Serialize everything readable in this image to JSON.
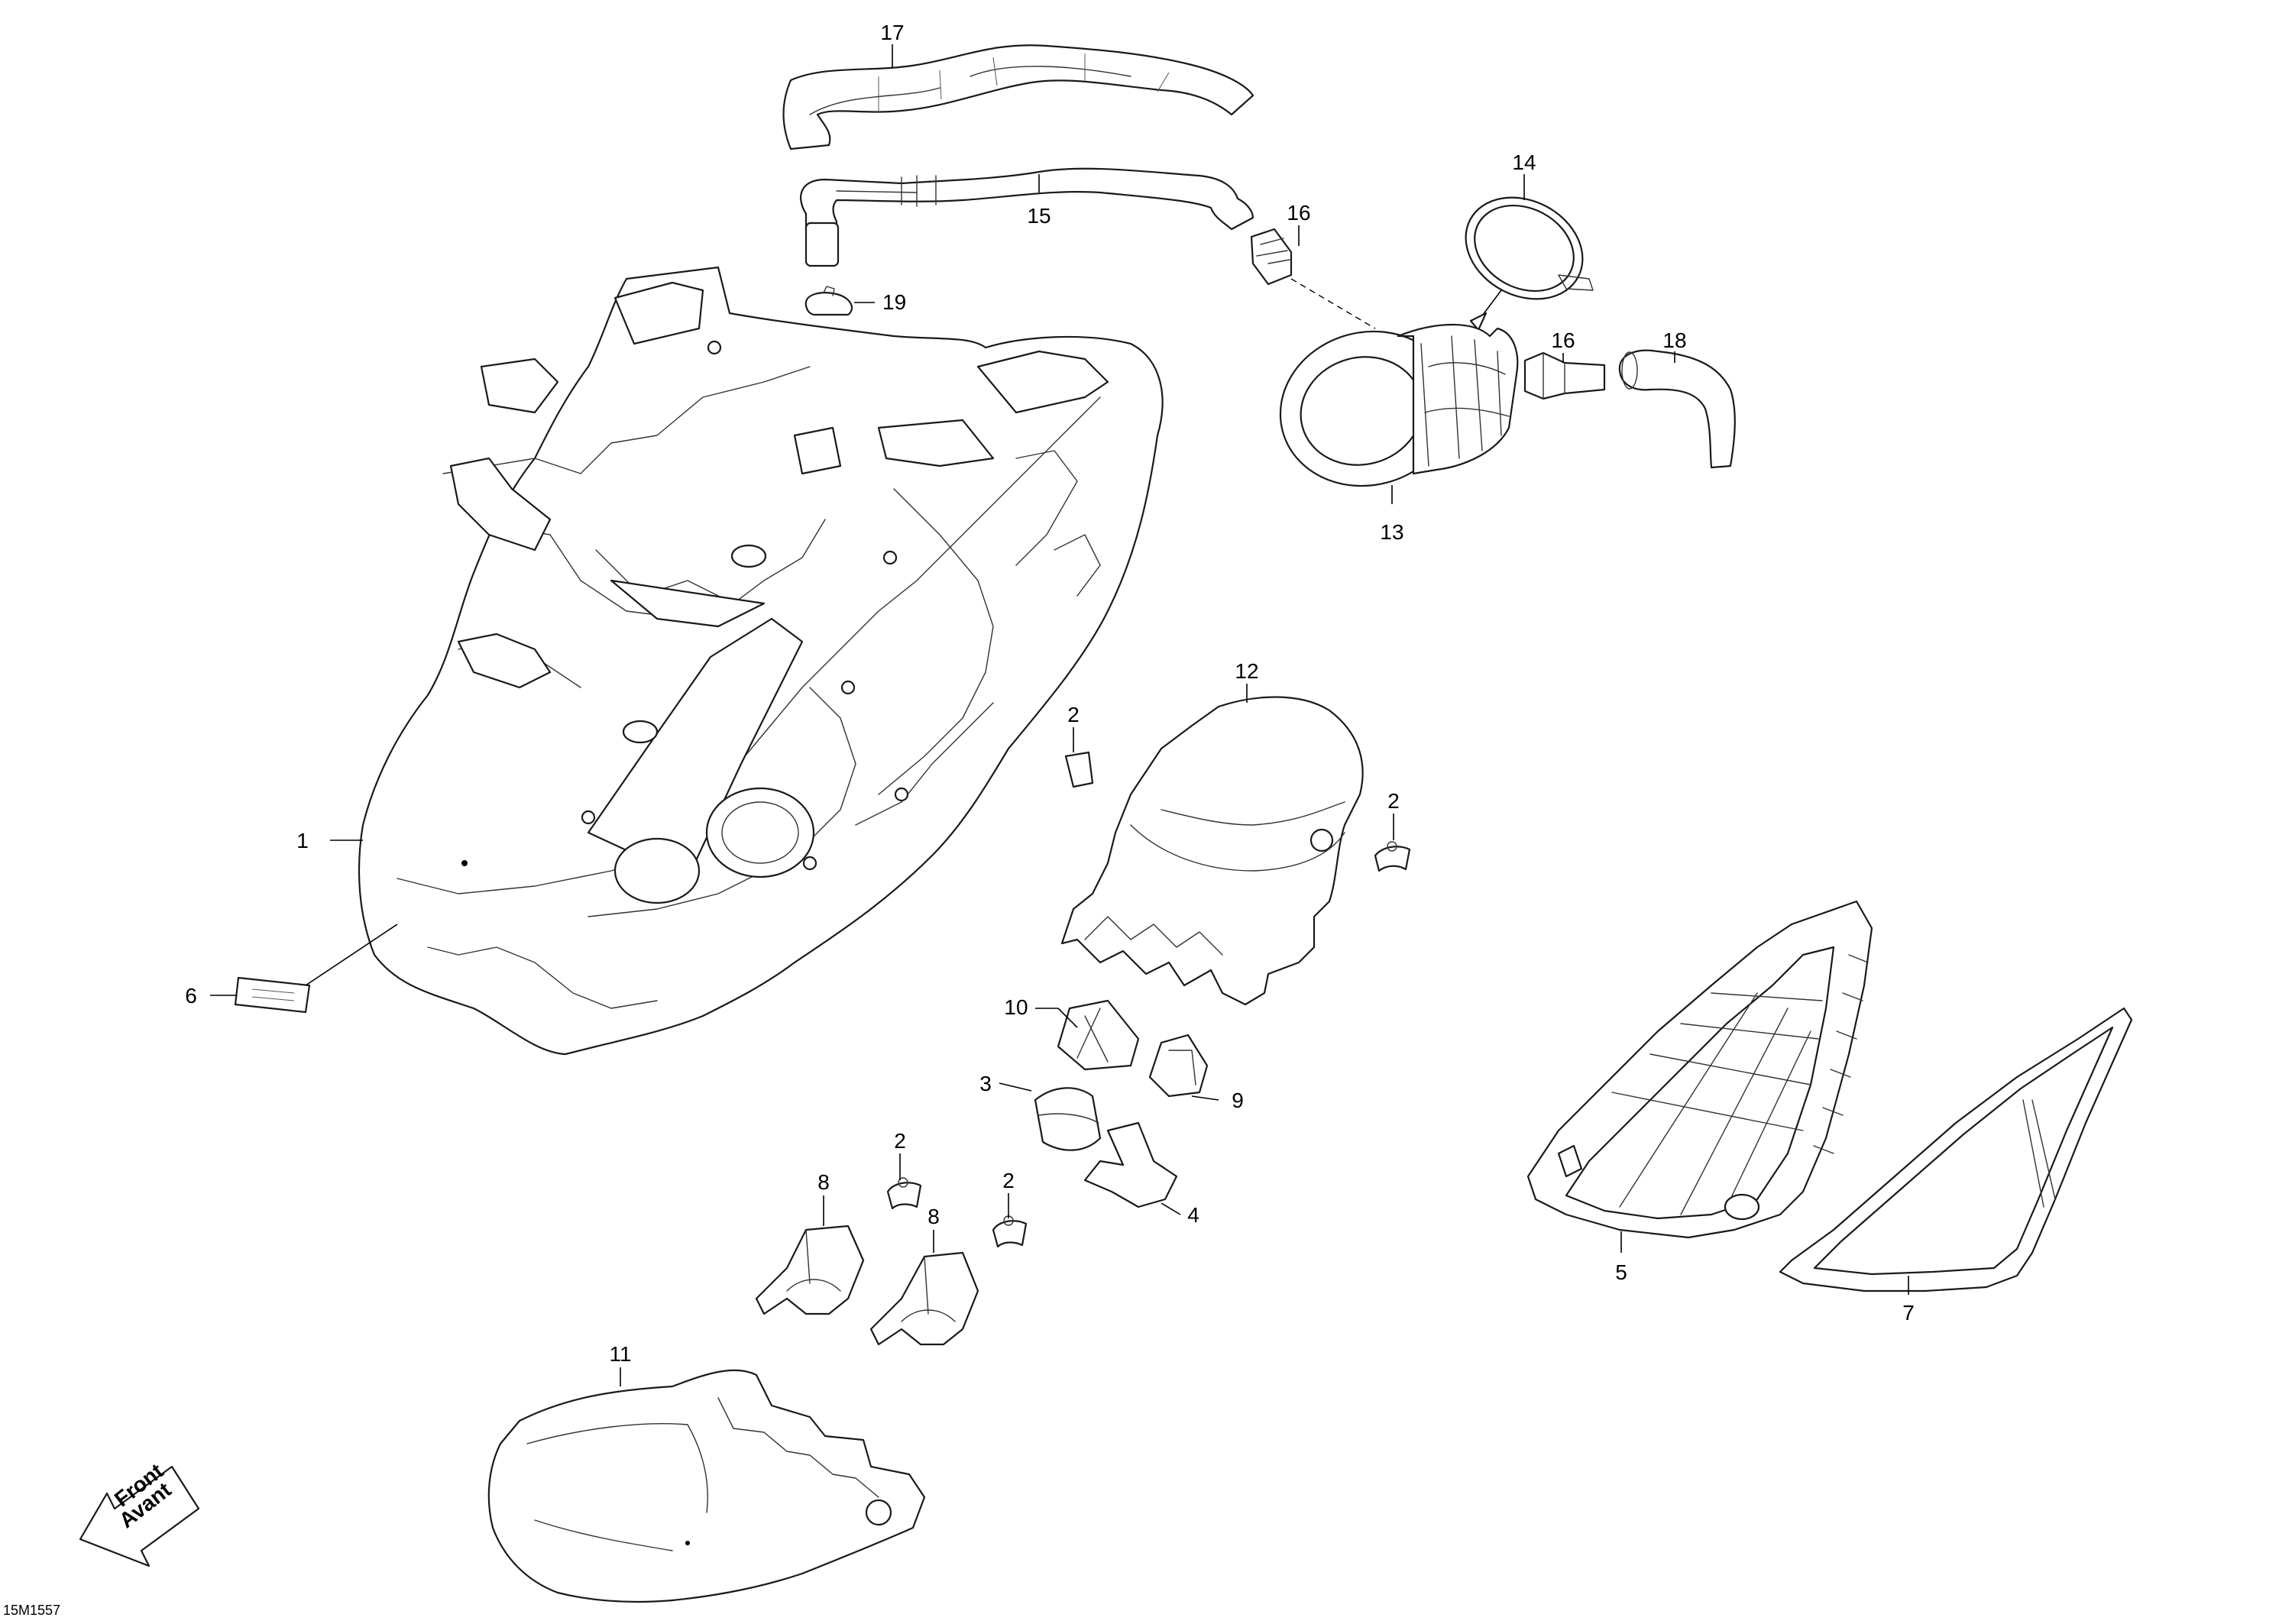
{
  "callouts": {
    "c1": "1",
    "c2a": "2",
    "c2b": "2",
    "c2c": "2",
    "c2d": "2",
    "c3": "3",
    "c4": "4",
    "c5": "5",
    "c6": "6",
    "c7": "7",
    "c8a": "8",
    "c8b": "8",
    "c9": "9",
    "c10": "10",
    "c11": "11",
    "c12": "12",
    "c13": "13",
    "c14": "14",
    "c15": "15",
    "c16a": "16",
    "c16b": "16",
    "c17": "17",
    "c18": "18",
    "c19": "19"
  },
  "front_arrow": {
    "line1": "Front",
    "line2": "Avant"
  },
  "diagram_code": "15M1557",
  "icons": {
    "front_arrow": "front-arrow-icon"
  }
}
